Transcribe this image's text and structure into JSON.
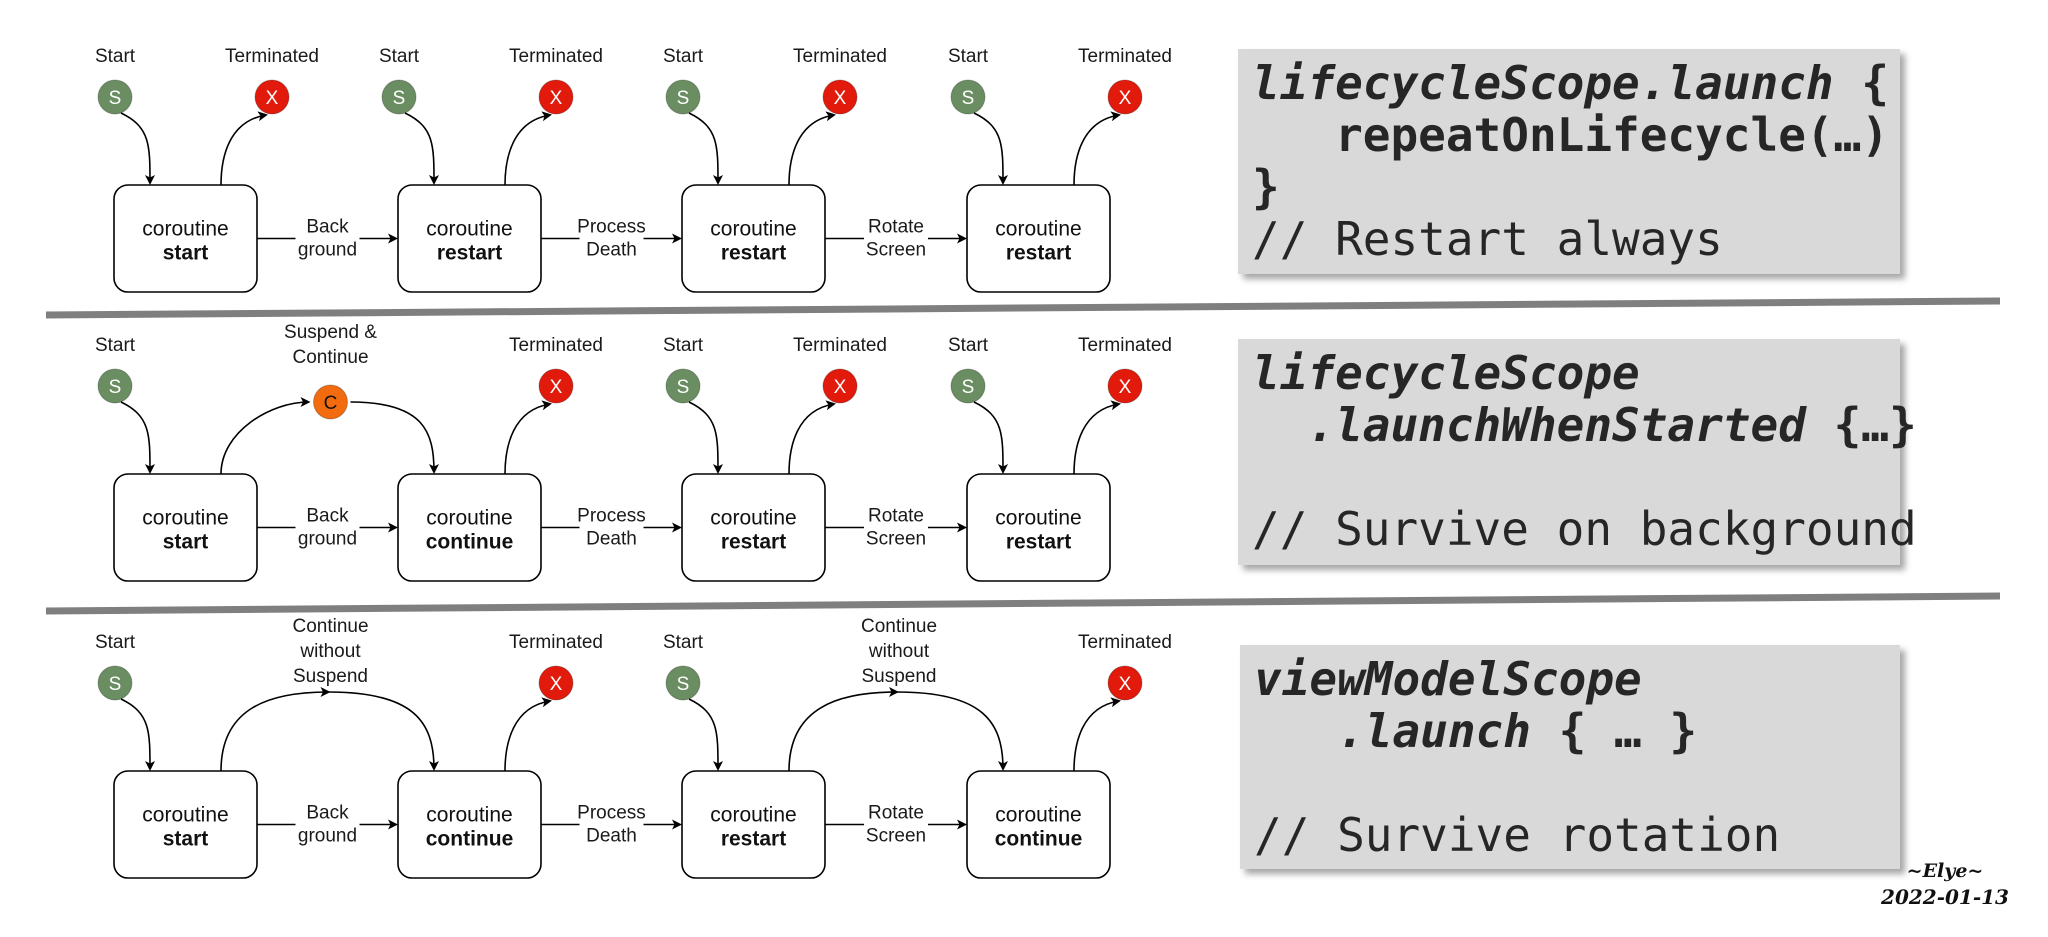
{
  "colors": {
    "start_circle": "#6a8e62",
    "terminated_circle": "#e21a0c",
    "continue_circle": "#f26b0f",
    "divider": "#7f7f7f",
    "code_background": "#d9d9d9",
    "code_text": "#262626"
  },
  "rows": [
    {
      "id": "restart-always",
      "states": [
        {
          "line1": "coroutine",
          "line2": "start",
          "start_label": "Start",
          "start_glyph": "S",
          "term_label": "Terminated",
          "term_glyph": "X"
        },
        {
          "line1": "coroutine",
          "line2": "restart",
          "start_label": "Start",
          "start_glyph": "S",
          "term_label": "Terminated",
          "term_glyph": "X"
        },
        {
          "line1": "coroutine",
          "line2": "restart",
          "start_label": "Start",
          "start_glyph": "S",
          "term_label": "Terminated",
          "term_glyph": "X"
        },
        {
          "line1": "coroutine",
          "line2": "restart",
          "start_label": "Start",
          "start_glyph": "S",
          "term_label": "Terminated",
          "term_glyph": "X"
        }
      ],
      "transitions": [
        [
          "Back",
          "ground"
        ],
        [
          "Process",
          "Death"
        ],
        [
          "Rotate",
          "Screen"
        ]
      ],
      "code": {
        "lines": [
          [
            {
              "t": "lifecycleScope.launch",
              "s": "it"
            },
            {
              "t": " {",
              "s": "b"
            }
          ],
          [
            {
              "t": "   repeatOnLifecycle(…)",
              "s": "b"
            }
          ],
          [
            {
              "t": "}",
              "s": "b"
            }
          ],
          [
            {
              "t": "// Restart always",
              "s": ""
            }
          ]
        ]
      }
    },
    {
      "id": "survive-background",
      "states": [
        {
          "line1": "coroutine",
          "line2": "start",
          "start_label": "Start",
          "start_glyph": "S",
          "term_label": "",
          "term_glyph": ""
        },
        {
          "line1": "coroutine",
          "line2": "continue",
          "start_label": "",
          "start_glyph": "",
          "term_label": "Terminated",
          "term_glyph": "X"
        },
        {
          "line1": "coroutine",
          "line2": "restart",
          "start_label": "Start",
          "start_glyph": "S",
          "term_label": "Terminated",
          "term_glyph": "X"
        },
        {
          "line1": "coroutine",
          "line2": "restart",
          "start_label": "Start",
          "start_glyph": "S",
          "term_label": "Terminated",
          "term_glyph": "X"
        }
      ],
      "transitions": [
        [
          "Back",
          "ground"
        ],
        [
          "Process",
          "Death"
        ],
        [
          "Rotate",
          "Screen"
        ]
      ],
      "bridges": [
        {
          "from": 0,
          "to": 1,
          "label": [
            "Suspend &",
            "Continue"
          ],
          "glyph": "C"
        }
      ],
      "code": {
        "lines": [
          [
            {
              "t": "lifecycleScope",
              "s": "it"
            }
          ],
          [
            {
              "t": "  .launchWhenStarted",
              "s": "it"
            },
            {
              "t": " {…}",
              "s": "b"
            }
          ],
          [
            {
              "t": "",
              "s": ""
            }
          ],
          [
            {
              "t": "// Survive on background",
              "s": ""
            }
          ]
        ]
      }
    },
    {
      "id": "survive-rotation",
      "states": [
        {
          "line1": "coroutine",
          "line2": "start",
          "start_label": "Start",
          "start_glyph": "S",
          "term_label": "",
          "term_glyph": ""
        },
        {
          "line1": "coroutine",
          "line2": "continue",
          "start_label": "",
          "start_glyph": "",
          "term_label": "Terminated",
          "term_glyph": "X"
        },
        {
          "line1": "coroutine",
          "line2": "restart",
          "start_label": "Start",
          "start_glyph": "S",
          "term_label": "",
          "term_glyph": ""
        },
        {
          "line1": "coroutine",
          "line2": "continue",
          "start_label": "",
          "start_glyph": "",
          "term_label": "Terminated",
          "term_glyph": "X"
        }
      ],
      "transitions": [
        [
          "Back",
          "ground"
        ],
        [
          "Process",
          "Death"
        ],
        [
          "Rotate",
          "Screen"
        ]
      ],
      "bridges": [
        {
          "from": 0,
          "to": 1,
          "label": [
            "Continue",
            "without",
            "Suspend"
          ],
          "glyph": ""
        },
        {
          "from": 2,
          "to": 3,
          "label": [
            "Continue",
            "without",
            "Suspend"
          ],
          "glyph": ""
        }
      ],
      "code": {
        "lines": [
          [
            {
              "t": "viewModelScope",
              "s": "it"
            }
          ],
          [
            {
              "t": "   .launch",
              "s": "it"
            },
            {
              "t": " { … }",
              "s": "b"
            }
          ],
          [
            {
              "t": "",
              "s": ""
            }
          ],
          [
            {
              "t": "// Survive rotation",
              "s": ""
            }
          ]
        ]
      }
    }
  ],
  "signature": {
    "author": "~Elye~",
    "date": "2022-01-13"
  }
}
